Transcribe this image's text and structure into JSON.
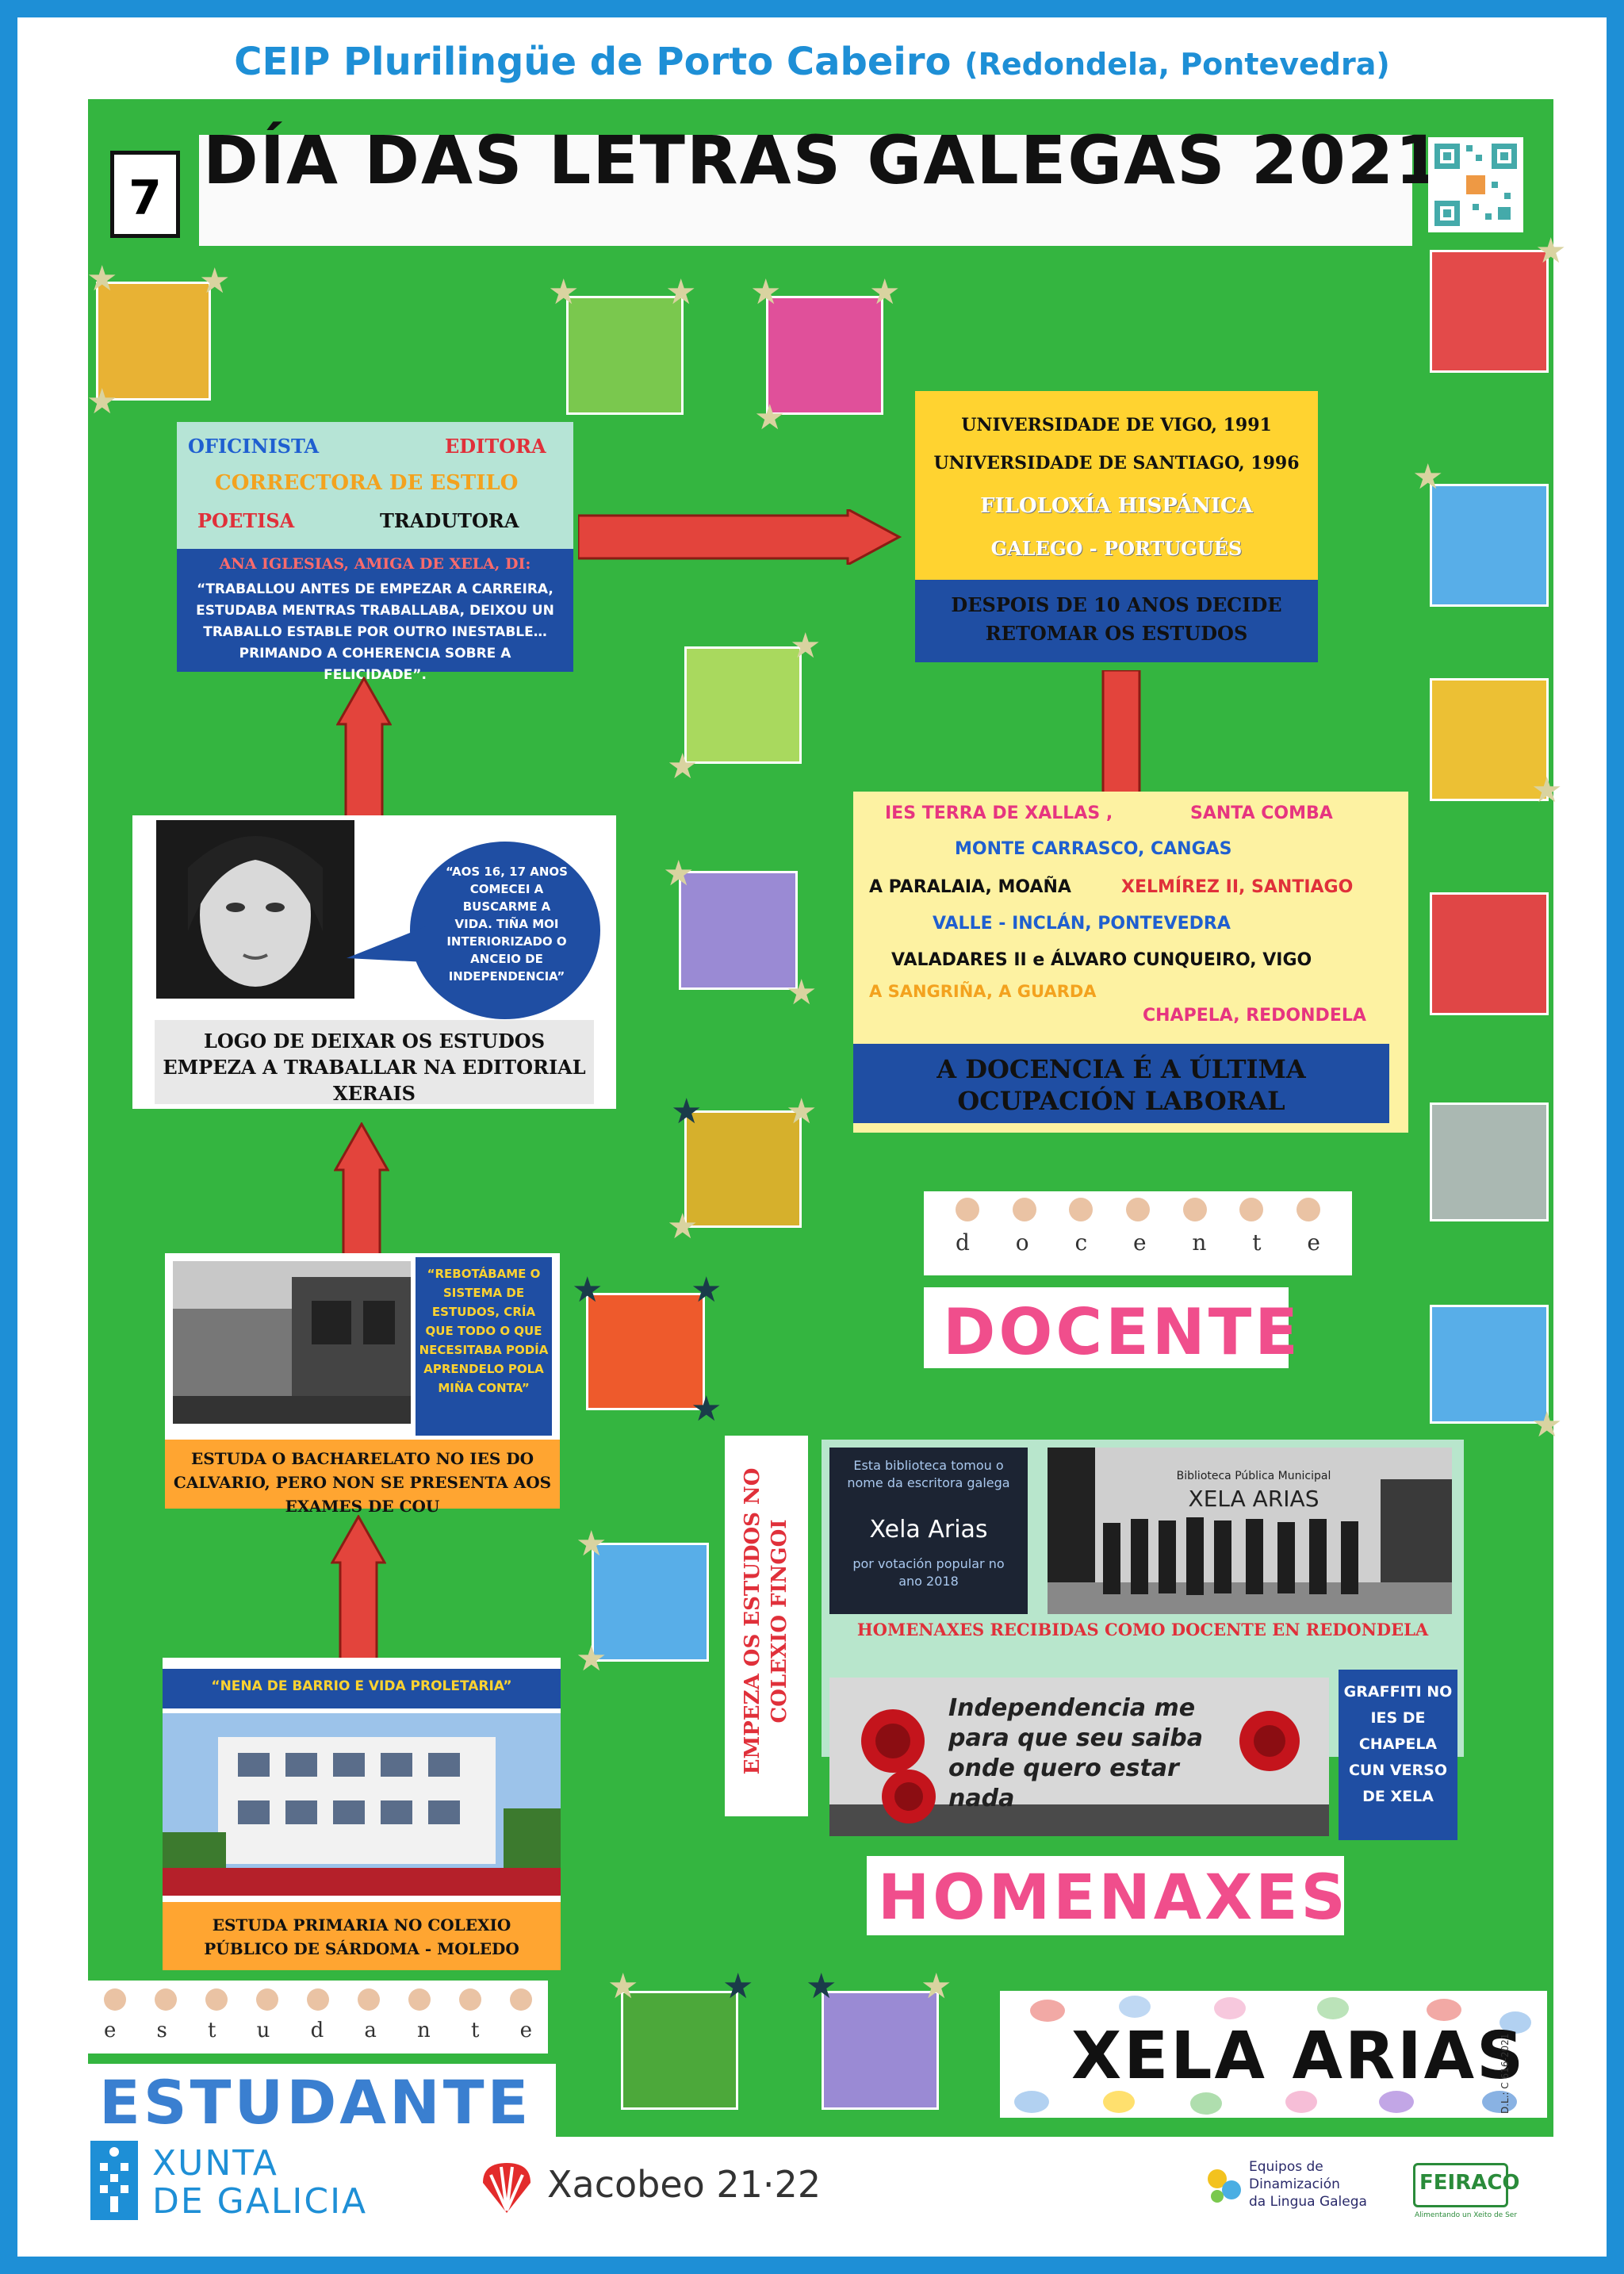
{
  "header": {
    "school": "CEIP Plurilingüe de Porto Cabeiro",
    "place": "(Redondela, Pontevedra)"
  },
  "title": {
    "number": "7",
    "text": "DÍA DAS LETRAS GALEGAS 2021"
  },
  "jobs": {
    "oficinista": "OFICINISTA",
    "editora": "EDITORA",
    "correctora": "CORRECTORA DE ESTILO",
    "poetisa": "POETISA",
    "tradutora": "TRADUTORA"
  },
  "ana_quote": {
    "heading": "ANA IGLESIAS, AMIGA DE XELA, DI:",
    "body": "“TRABALLOU ANTES DE EMPEZAR A CARREIRA, ESTUDABA MENTRAS TRABALLABA, DEIXOU UN TRABALLO ESTABLE POR OUTRO INESTABLE… PRIMANDO A COHERENCIA SOBRE A FELICIDADE”."
  },
  "university": {
    "line1": "UNIVERSIDADE DE VIGO, 1991",
    "line2": "UNIVERSIDADE DE SANTIAGO, 1996",
    "line3": "FILOLOXÍA HISPÁNICA",
    "line4": "GALEGO - PORTUGUÉS",
    "footer": "DESPOIS DE 10 ANOS DECIDE RETOMAR OS ESTUDOS"
  },
  "schools": {
    "s1a": "IES TERRA DE XALLAS ,",
    "s1b": "SANTA COMBA",
    "s2": "MONTE  CARRASCO, CANGAS",
    "s3a": "A PARALAIA, MOAÑA",
    "s3b": "XELMÍREZ II, SANTIAGO",
    "s4": "VALLE - INCLÁN, PONTEVEDRA",
    "s5": "VALADARES II  e  ÁLVARO CUNQUEIRO, VIGO",
    "s6": "A SANGRIÑA, A GUARDA",
    "s7": "CHAPELA, REDONDELA",
    "footer": "A DOCENCIA É A ÚLTIMA OCUPACIÓN LABORAL"
  },
  "speech16": {
    "quote": "“AOS 16, 17 ANOS COMECEI A BUSCARME A VIDA. TIÑA MOI INTERIORIZADO O ANCEIO DE INDEPENDENCIA”",
    "caption": "LOGO DE DEIXAR OS ESTUDOS EMPEZA A TRABALLAR NA EDITORIAL XERAIS"
  },
  "docente_sign": {
    "letters": [
      "d",
      "o",
      "c",
      "e",
      "n",
      "t",
      "e"
    ],
    "word": "DOCENTE"
  },
  "bachelor": {
    "quote": "“REBOTÁBAME O SISTEMA DE ESTUDOS, CRÍA QUE TODO O QUE NECESITABA PODÍA APRENDELO POLA MIÑA CONTA”",
    "caption": "ESTUDA O BACHARELATO NO IES DO CALVARIO, PERO NON SE PRESENTA AOS EXAMES DE COU"
  },
  "fingoi": {
    "text": "EMPEZA  OS ESTUDOS NO COLEXIO FINGOI"
  },
  "homenaxes": {
    "lib_text": "Esta biblioteca tomou o nome da escritora galega",
    "lib_name": "Xela Arias",
    "lib_sub": "por votación popular no ano 2018",
    "lib_sign1": "Biblioteca Pública Municipal",
    "lib_sign2": "XELA ARIAS",
    "caption": "HOMENAXES RECIBIDAS COMO DOCENTE  EN REDONDELA",
    "graffiti": "GRAFFITI NO IES DE CHAPELA CUN VERSO DE XELA",
    "graffiti_text": "Independencia me para que seu saiba onde quero estar nada",
    "word": "HOMENAXES"
  },
  "primary": {
    "quote": "“NENA DE BARRIO E VIDA  PROLETARIA”",
    "caption": "ESTUDA PRIMARIA NO COLEXIO PÚBLICO DE SÁRDOMA - MOLEDO"
  },
  "estudante_sign": {
    "letters": [
      "e",
      "s",
      "t",
      "u",
      "d",
      "a",
      "n",
      "t",
      "e"
    ],
    "word": "ESTUDANTE"
  },
  "xela": {
    "text": "XELA ARIAS"
  },
  "legal": "D.L.: C 616-2021",
  "footer": {
    "xunta1": "XUNTA",
    "xunta2": "DE GALICIA",
    "xacobeo": "Xacobeo 21·22",
    "equipos1": "Equipos de",
    "equipos2": "Dinamización",
    "equipos3": "da Lingua Galega",
    "feiraco": "FEIRACO",
    "feiraco_sub": "Alimentando un Xeito de Ser"
  }
}
